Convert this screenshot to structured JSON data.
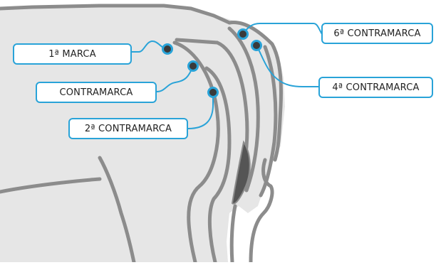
{
  "colors": {
    "accent": "#29a3d8",
    "body_fill": "#e6e6e6",
    "outline": "#8c8c8c",
    "marker_fill": "#3a3a3a",
    "dark_patch": "#555555"
  },
  "labels": {
    "primera_marca": "1ª MARCA",
    "contramarca": "CONTRAMARCA",
    "segunda_contramarca": "2ª CONTRAMARCA",
    "sexta_contramarca": "6ª CONTRAMARCA",
    "cuarta_contramarca": "4ª CONTRAMARCA"
  }
}
